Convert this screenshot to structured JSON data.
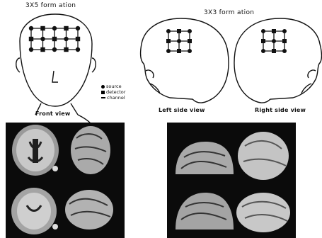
{
  "titles": {
    "left": "3X5 form ation",
    "right": "3X3 form ation"
  },
  "views": {
    "front": "Front view",
    "left": "Left side view",
    "right": "Right side view"
  },
  "legend": {
    "source": "source",
    "detector": "detector",
    "channel": "channel"
  },
  "colors": {
    "ink": "#111111",
    "mri_background": "#0b0b0b",
    "mri_tissue": "#bdbdbd"
  }
}
